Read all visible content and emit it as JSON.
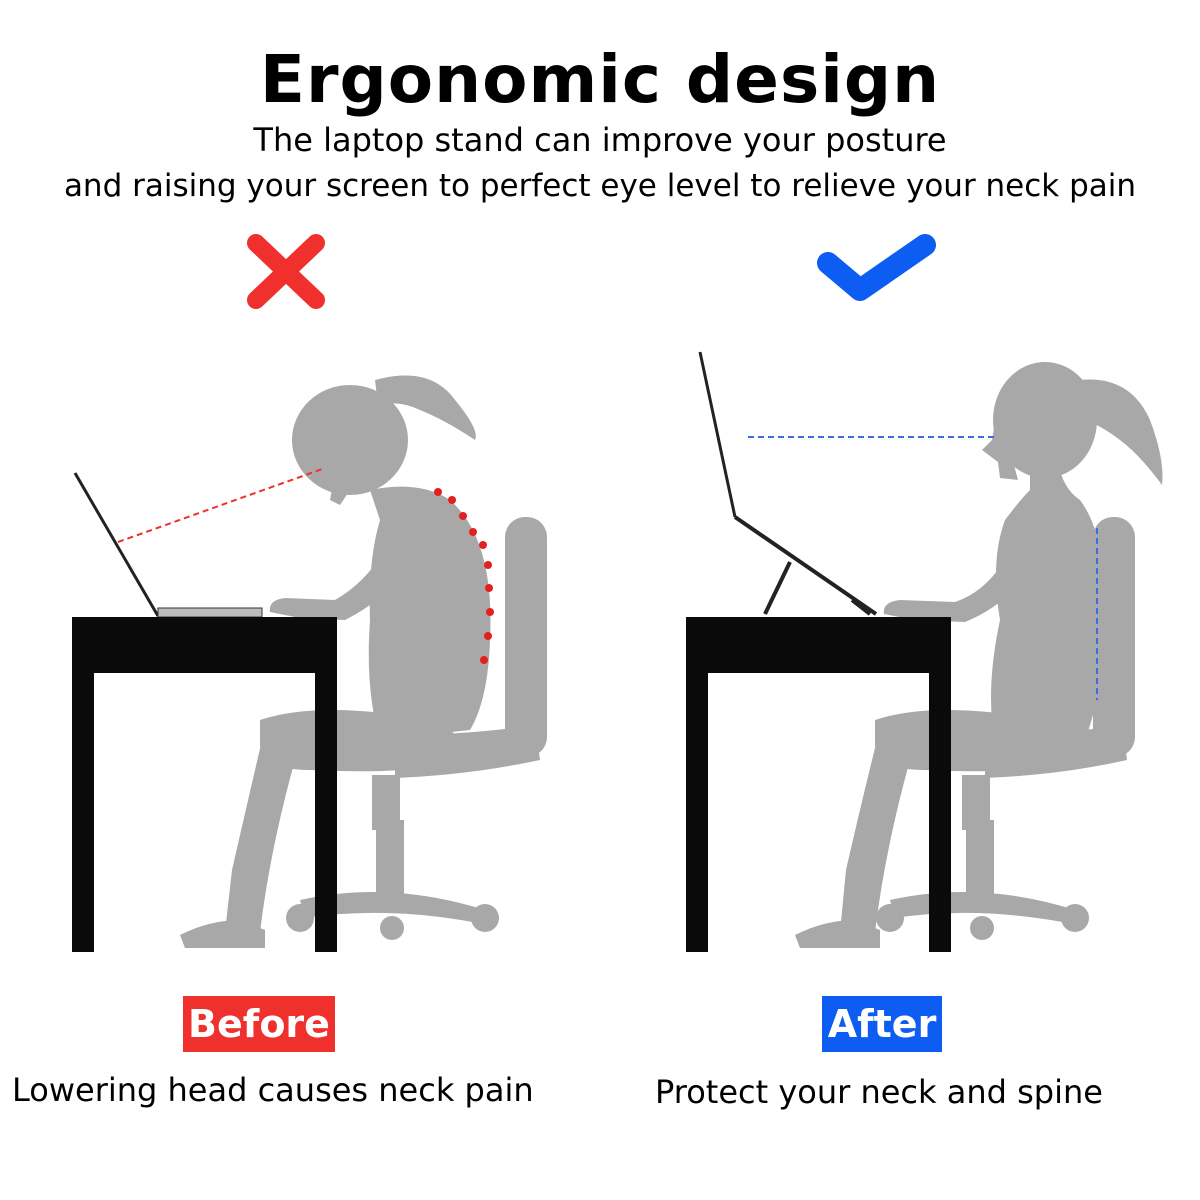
{
  "header": {
    "title": "Ergonomic design",
    "subtitle_line1": "The laptop stand can improve your posture",
    "subtitle_line2": "and raising your screen to perfect eye level to relieve your neck pain"
  },
  "before": {
    "badge": "Before",
    "caption": "Lowering head causes neck pain",
    "marker_icon": "cross-icon"
  },
  "after": {
    "badge": "After",
    "caption": "Protect your neck and spine",
    "marker_icon": "checkmark-icon"
  },
  "colors": {
    "before_red": "#f0302c",
    "after_blue": "#0d5df2",
    "silhouette_gray": "#a8a8a8",
    "desk_black": "#0a0a0a"
  }
}
